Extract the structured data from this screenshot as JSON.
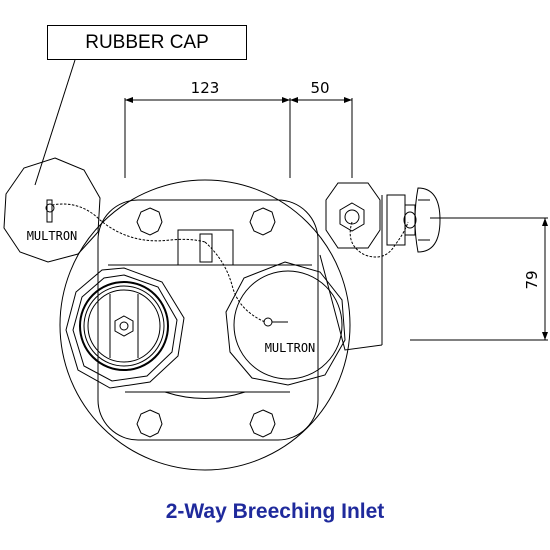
{
  "callout": {
    "label": "RUBBER CAP"
  },
  "dimensions": {
    "top_left": "123",
    "top_right": "50",
    "vertical": "79"
  },
  "caps": {
    "left_cap_label": "MULTRON",
    "right_cap_label": "MULTRON"
  },
  "caption": {
    "title": "2-Way Breeching Inlet"
  },
  "colors": {
    "caption": "#1f2a9c",
    "lines": "#000000"
  }
}
